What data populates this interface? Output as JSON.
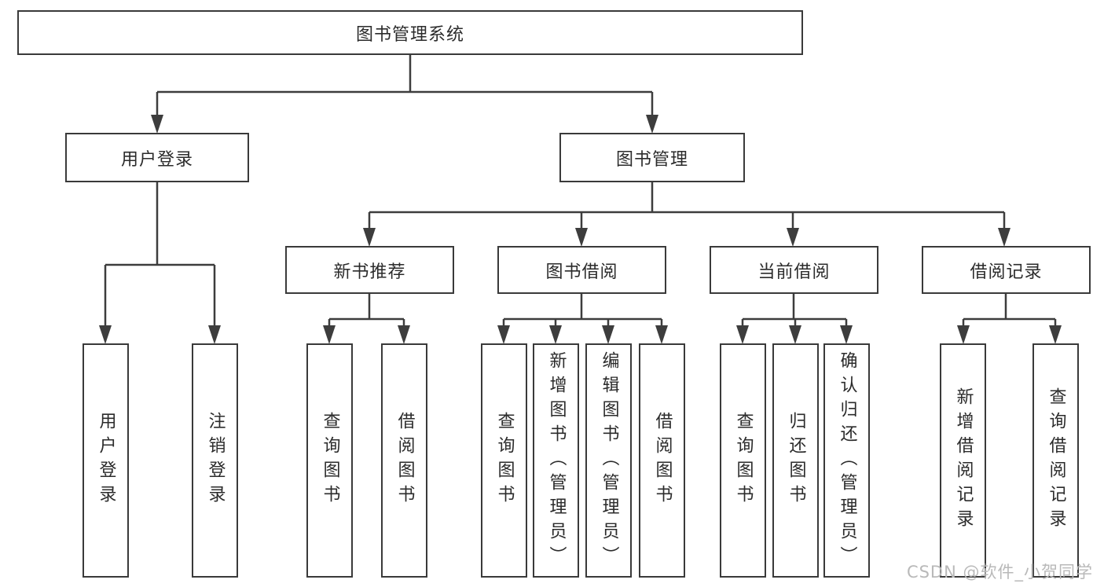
{
  "diagram": {
    "tree": {
      "root": {
        "label": "图书管理系统"
      },
      "branches": [
        {
          "label": "用户登录",
          "children": [
            {
              "label": "用户登录"
            },
            {
              "label": "注销登录"
            }
          ]
        },
        {
          "label": "图书管理",
          "children": [
            {
              "label": "新书推荐",
              "children": [
                {
                  "label": "查询图书"
                },
                {
                  "label": "借阅图书"
                }
              ]
            },
            {
              "label": "图书借阅",
              "children": [
                {
                  "label": "查询图书"
                },
                {
                  "label": "新增图书（管理员）"
                },
                {
                  "label": "编辑图书（管理员）"
                },
                {
                  "label": "借阅图书"
                }
              ]
            },
            {
              "label": "当前借阅",
              "children": [
                {
                  "label": "查询图书"
                },
                {
                  "label": "归还图书"
                },
                {
                  "label": "确认归还（管理员）"
                }
              ]
            },
            {
              "label": "借阅记录",
              "children": [
                {
                  "label": "新增借阅记录"
                },
                {
                  "label": "查询借阅记录"
                }
              ]
            }
          ]
        }
      ]
    },
    "colors": {
      "line": "#3d3d3d",
      "box_border": "#3a3a3a",
      "text": "#2b2b2b",
      "background": "#ffffff",
      "watermark": "#b9b9b9"
    }
  },
  "watermark": {
    "text": "CSDN @软件_小贺同学"
  }
}
